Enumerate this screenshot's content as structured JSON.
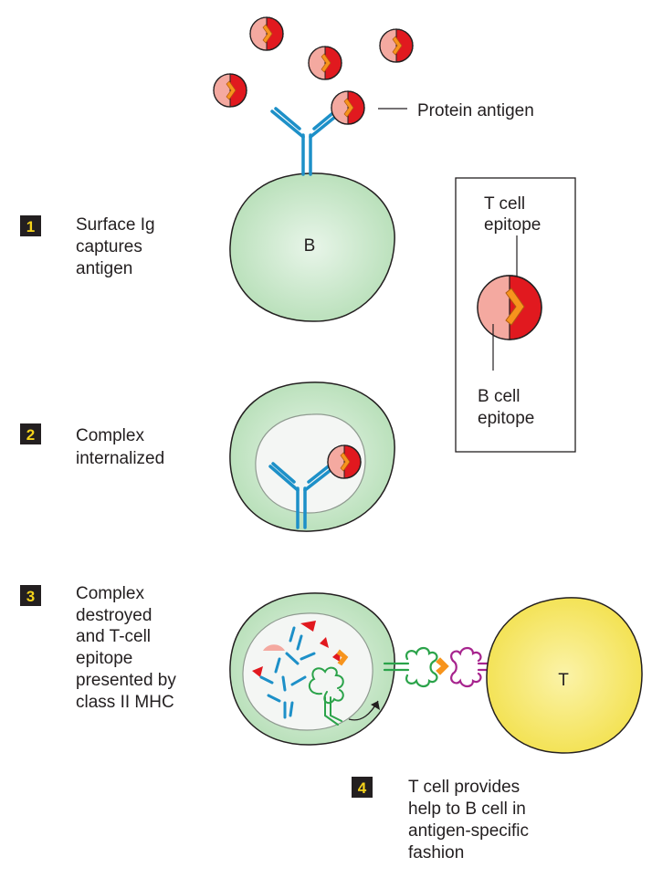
{
  "labels": {
    "protein_antigen": "Protein antigen",
    "b_cell": "B",
    "t_cell": "T",
    "t_cell_epitope": [
      "T cell",
      "epitope"
    ],
    "b_cell_epitope": [
      "B cell",
      "epitope"
    ]
  },
  "steps": [
    {
      "number": "1",
      "lines": [
        "Surface Ig",
        "captures",
        "antigen"
      ]
    },
    {
      "number": "2",
      "lines": [
        "Complex",
        "internalized"
      ]
    },
    {
      "number": "3",
      "lines": [
        "Complex",
        "destroyed",
        "and T-cell",
        "epitope",
        "presented by",
        "class II MHC"
      ]
    },
    {
      "number": "4",
      "lines": [
        "T cell provides",
        "help to B cell in",
        "antigen-specific",
        "fashion"
      ]
    }
  ],
  "colors": {
    "b_cell_fill": "#b7dfb8",
    "b_cell_light": "#e8f5e9",
    "t_cell_fill": "#f7e969",
    "antibody": "#1d90c8",
    "antigen_light": "#f4a9a0",
    "antigen_dark": "#e1191f",
    "t_epitope": "#f7941d",
    "mhc_class_ii": "#2ba34a",
    "tcr": "#a7248e",
    "number_box": "#231f20",
    "number_text": "#f5d31b"
  }
}
